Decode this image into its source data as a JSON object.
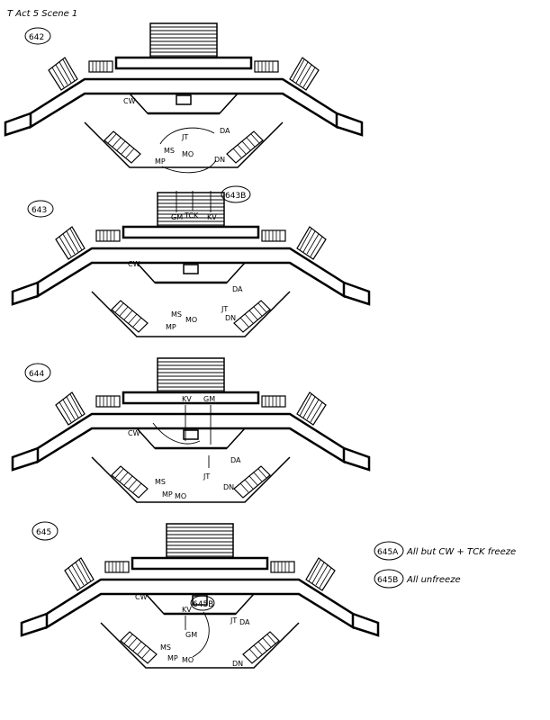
{
  "header": {
    "title": "T  Act 5 Scene 1"
  },
  "panels": [
    {
      "cue": "642",
      "labels": [
        "CW",
        "JT",
        "DA",
        "MS",
        "MO",
        "MP",
        "DN"
      ]
    },
    {
      "cue": "643",
      "subcue": "643B",
      "labels": [
        "GM",
        "TCK",
        "KV",
        "CW",
        "DA",
        "JT",
        "MS",
        "MO",
        "MP",
        "DN"
      ]
    },
    {
      "cue": "644",
      "labels": [
        "KV",
        "GM",
        "CW",
        "JT",
        "DA",
        "MS",
        "MP",
        "MO",
        "DN"
      ]
    },
    {
      "cue": "645",
      "subcue": "645B",
      "labels": [
        "CW",
        "KV",
        "GM",
        "JT",
        "DA",
        "MS",
        "MP",
        "MO",
        "DN"
      ]
    }
  ],
  "notes": [
    {
      "cue": "645A",
      "text": "All but CW + TCK freeze"
    },
    {
      "cue": "645B",
      "text": "All unfreeze"
    }
  ],
  "colors": {
    "ink": "#000000",
    "paper": "#ffffff"
  }
}
